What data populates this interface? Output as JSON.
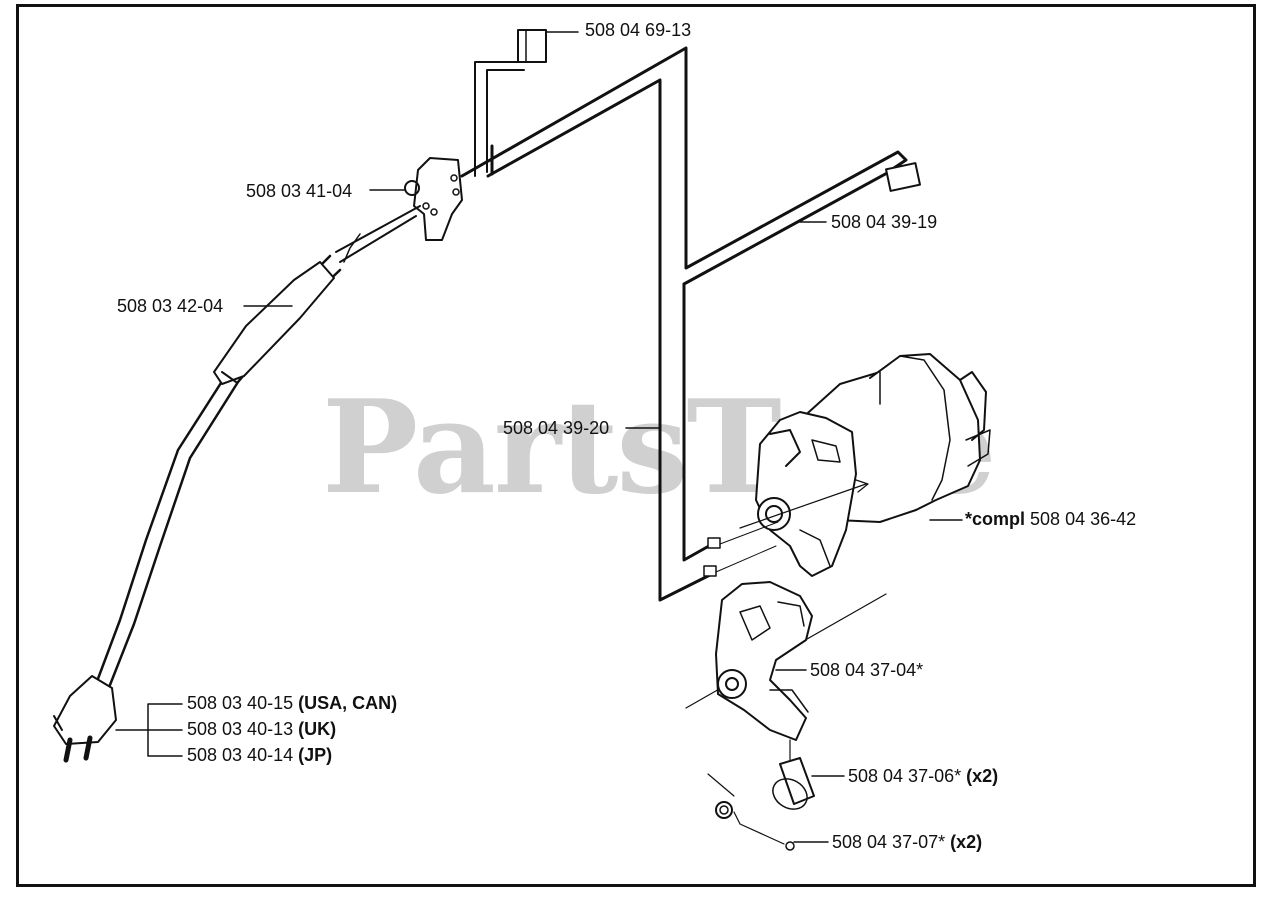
{
  "watermark": "PartsTree",
  "callouts": {
    "connector_top": {
      "part": "508 04 69-13"
    },
    "switch": {
      "part": "508 03 41-04"
    },
    "cable_guard": {
      "part": "508 03 42-04"
    },
    "wire_right": {
      "part": "508 04 39-19"
    },
    "wire_long": {
      "part": "508 04 39-20"
    },
    "motor": {
      "prefix": "*compl",
      "part": "508 04 36-42"
    },
    "plug_usa": {
      "part": "508 03 40-15",
      "suffix": "(USA, CAN)"
    },
    "plug_uk": {
      "part": "508 03 40-13",
      "suffix": "(UK)"
    },
    "plug_jp": {
      "part": "508 03 40-14",
      "suffix": "(JP)"
    },
    "brush_holder": {
      "part": "508 04 37-04*"
    },
    "brush": {
      "part": "508 04 37-06*",
      "suffix": "(x2)"
    },
    "spring": {
      "part": "508 04 37-07*",
      "suffix": "(x2)"
    }
  },
  "colors": {
    "ink": "#111111",
    "watermark": "#c8c8c8"
  }
}
